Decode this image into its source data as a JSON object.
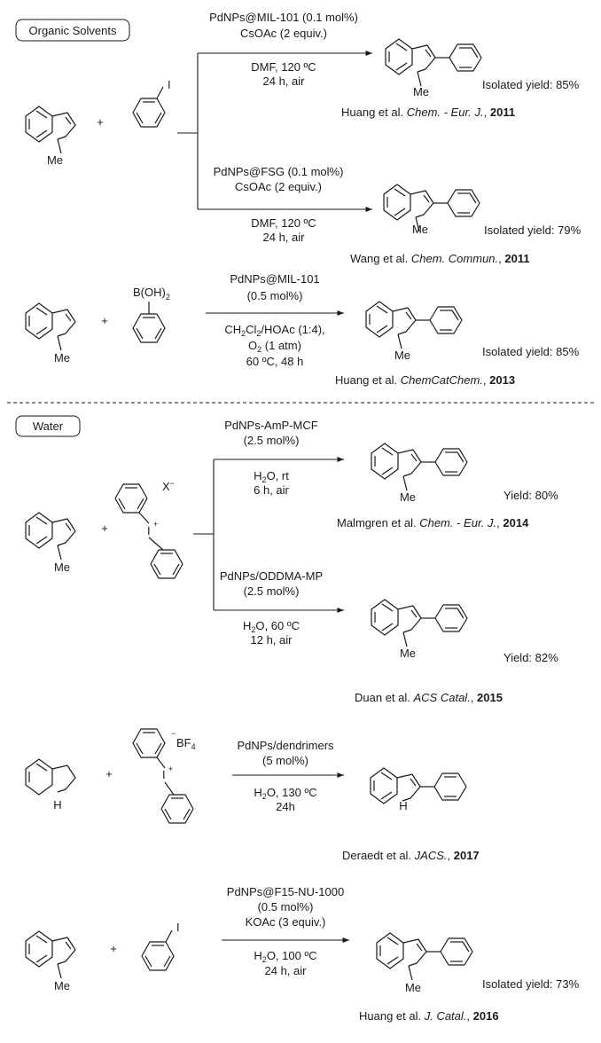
{
  "sections": {
    "organic": "Organic Solvents",
    "water": "Water"
  },
  "labels": {
    "me": "Me",
    "h": "H",
    "i": "I",
    "x": "X",
    "minus": "−",
    "plus": "+",
    "bf4": "BF",
    "bf4_sub": "4",
    "boh2": "B(OH)",
    "boh2_sub": "2"
  },
  "reactions": {
    "r1": {
      "cond_above": [
        "PdNPs@MIL-101 (0.1 mol%)",
        "CsOAc (2 equiv.)"
      ],
      "cond_below": [
        "DMF, 120 ºC",
        "24 h, air"
      ],
      "yield": "Isolated yield: 85%",
      "ref_authors": "Huang et al. ",
      "ref_journal": "Chem. - Eur. J.",
      "ref_sep": ", ",
      "ref_year": "2011"
    },
    "r2": {
      "cond_above": [
        "PdNPs@FSG (0.1 mol%)",
        "CsOAc (2 equiv.)"
      ],
      "cond_below": [
        "DMF, 120 ºC",
        "24 h, air"
      ],
      "yield": "Isolated yield: 79%",
      "ref_authors": "Wang et al. ",
      "ref_journal": "Chem. Commun.",
      "ref_sep": ", ",
      "ref_year": "2011"
    },
    "r3": {
      "cond_above": [
        "PdNPs@MIL-101",
        "(0.5 mol%)"
      ],
      "cond_below_1a": "CH",
      "cond_below_1b": "2",
      "cond_below_1c": "Cl",
      "cond_below_1d": "2",
      "cond_below_1e": "/HOAc (1:4),",
      "cond_below_2a": "O",
      "cond_below_2b": "2",
      "cond_below_2c": " (1 atm)",
      "cond_below_3": "60 ºC, 48 h",
      "yield": "Isolated yield: 85%",
      "ref_authors": "Huang et al. ",
      "ref_journal": "ChemCatChem.",
      "ref_sep": ", ",
      "ref_year": "2013"
    },
    "r4": {
      "cond_above": [
        "PdNPs-AmP-MCF",
        "(2.5 mol%)"
      ],
      "cond_below_h2o_a": "H",
      "cond_below_h2o_b": "2",
      "cond_below_h2o_c": "O, rt",
      "cond_below_2": "6 h, air",
      "yield": "Yield: 80%",
      "ref_authors": "Malmgren et al. ",
      "ref_journal": "Chem. - Eur. J.",
      "ref_sep": ", ",
      "ref_year": "2014"
    },
    "r5": {
      "cond_above": [
        "PdNPs/ODDMA-MP",
        "(2.5 mol%)"
      ],
      "cond_below_h2o_a": "H",
      "cond_below_h2o_b": "2",
      "cond_below_h2o_c": "O, 60 ºC",
      "cond_below_2": "12 h, air",
      "yield": "Yield: 82%",
      "ref_authors": "Duan et al. ",
      "ref_journal": "ACS Catal.",
      "ref_sep": ", ",
      "ref_year": "2015"
    },
    "r6": {
      "cond_above": [
        "PdNPs/dendrimers",
        "(5 mol%)"
      ],
      "cond_below_h2o_a": "H",
      "cond_below_h2o_b": "2",
      "cond_below_h2o_c": "O, 130 ºC",
      "cond_below_2": "24h",
      "ref_authors": "Deraedt et al. ",
      "ref_journal": "JACS.",
      "ref_sep": ", ",
      "ref_year": "2017"
    },
    "r7": {
      "cond_above": [
        "PdNPs@F15-NU-1000",
        "(0.5 mol%)",
        "KOAc (3 equiv.)"
      ],
      "cond_below_h2o_a": "H",
      "cond_below_h2o_b": "2",
      "cond_below_h2o_c": "O, 100 ºC",
      "cond_below_2": "24 h, air",
      "yield": "Isolated yield: 73%",
      "ref_authors": "Huang et al. ",
      "ref_journal": "J. Catal.",
      "ref_sep": ", ",
      "ref_year": "2016"
    }
  }
}
